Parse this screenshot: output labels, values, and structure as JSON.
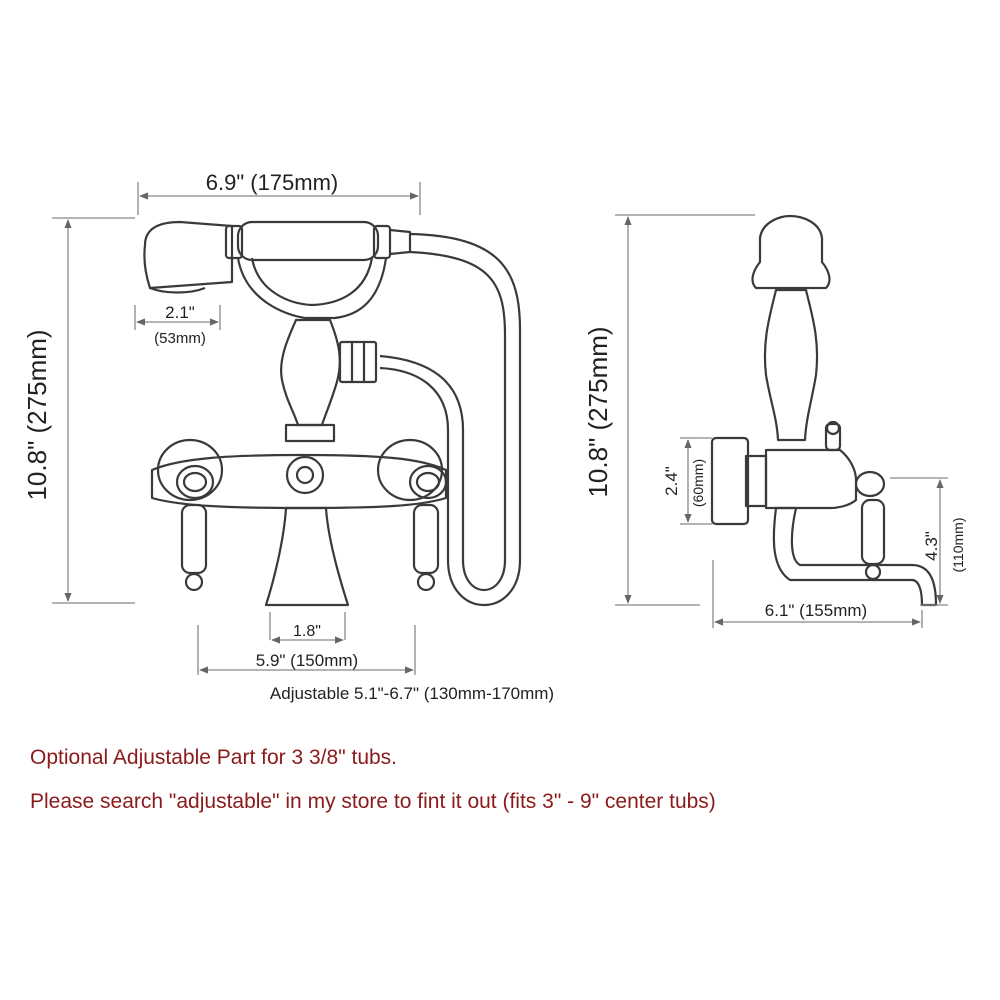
{
  "dimensions": {
    "handshower_width": "6.9\" (175mm)",
    "handshower_head_inch": "2.1\"",
    "handshower_head_mm": "(53mm)",
    "height_front": "10.8\" (275mm)",
    "center_spout": "1.8\"",
    "center_width": "5.9\" (150mm)",
    "adjustable": "Adjustable 5.1\"-6.7\" (130mm-170mm)",
    "height_side": "10.8\" (275mm)",
    "flange_inch": "2.4\"",
    "flange_mm": "(60mm)",
    "spout_drop_inch": "4.3\"",
    "spout_drop_mm": "(110mm)",
    "spout_reach": "6.1\" (155mm)"
  },
  "notes": {
    "line1": "Optional Adjustable Part for 3 3/8\" tubs.",
    "line2": "Please search \"adjustable\" in my store to fint it out (fits 3\" - 9\" center tubs)"
  },
  "colors": {
    "line": "#3a3a3a",
    "dimension": "#888888",
    "note_text": "#8b1a1a"
  }
}
